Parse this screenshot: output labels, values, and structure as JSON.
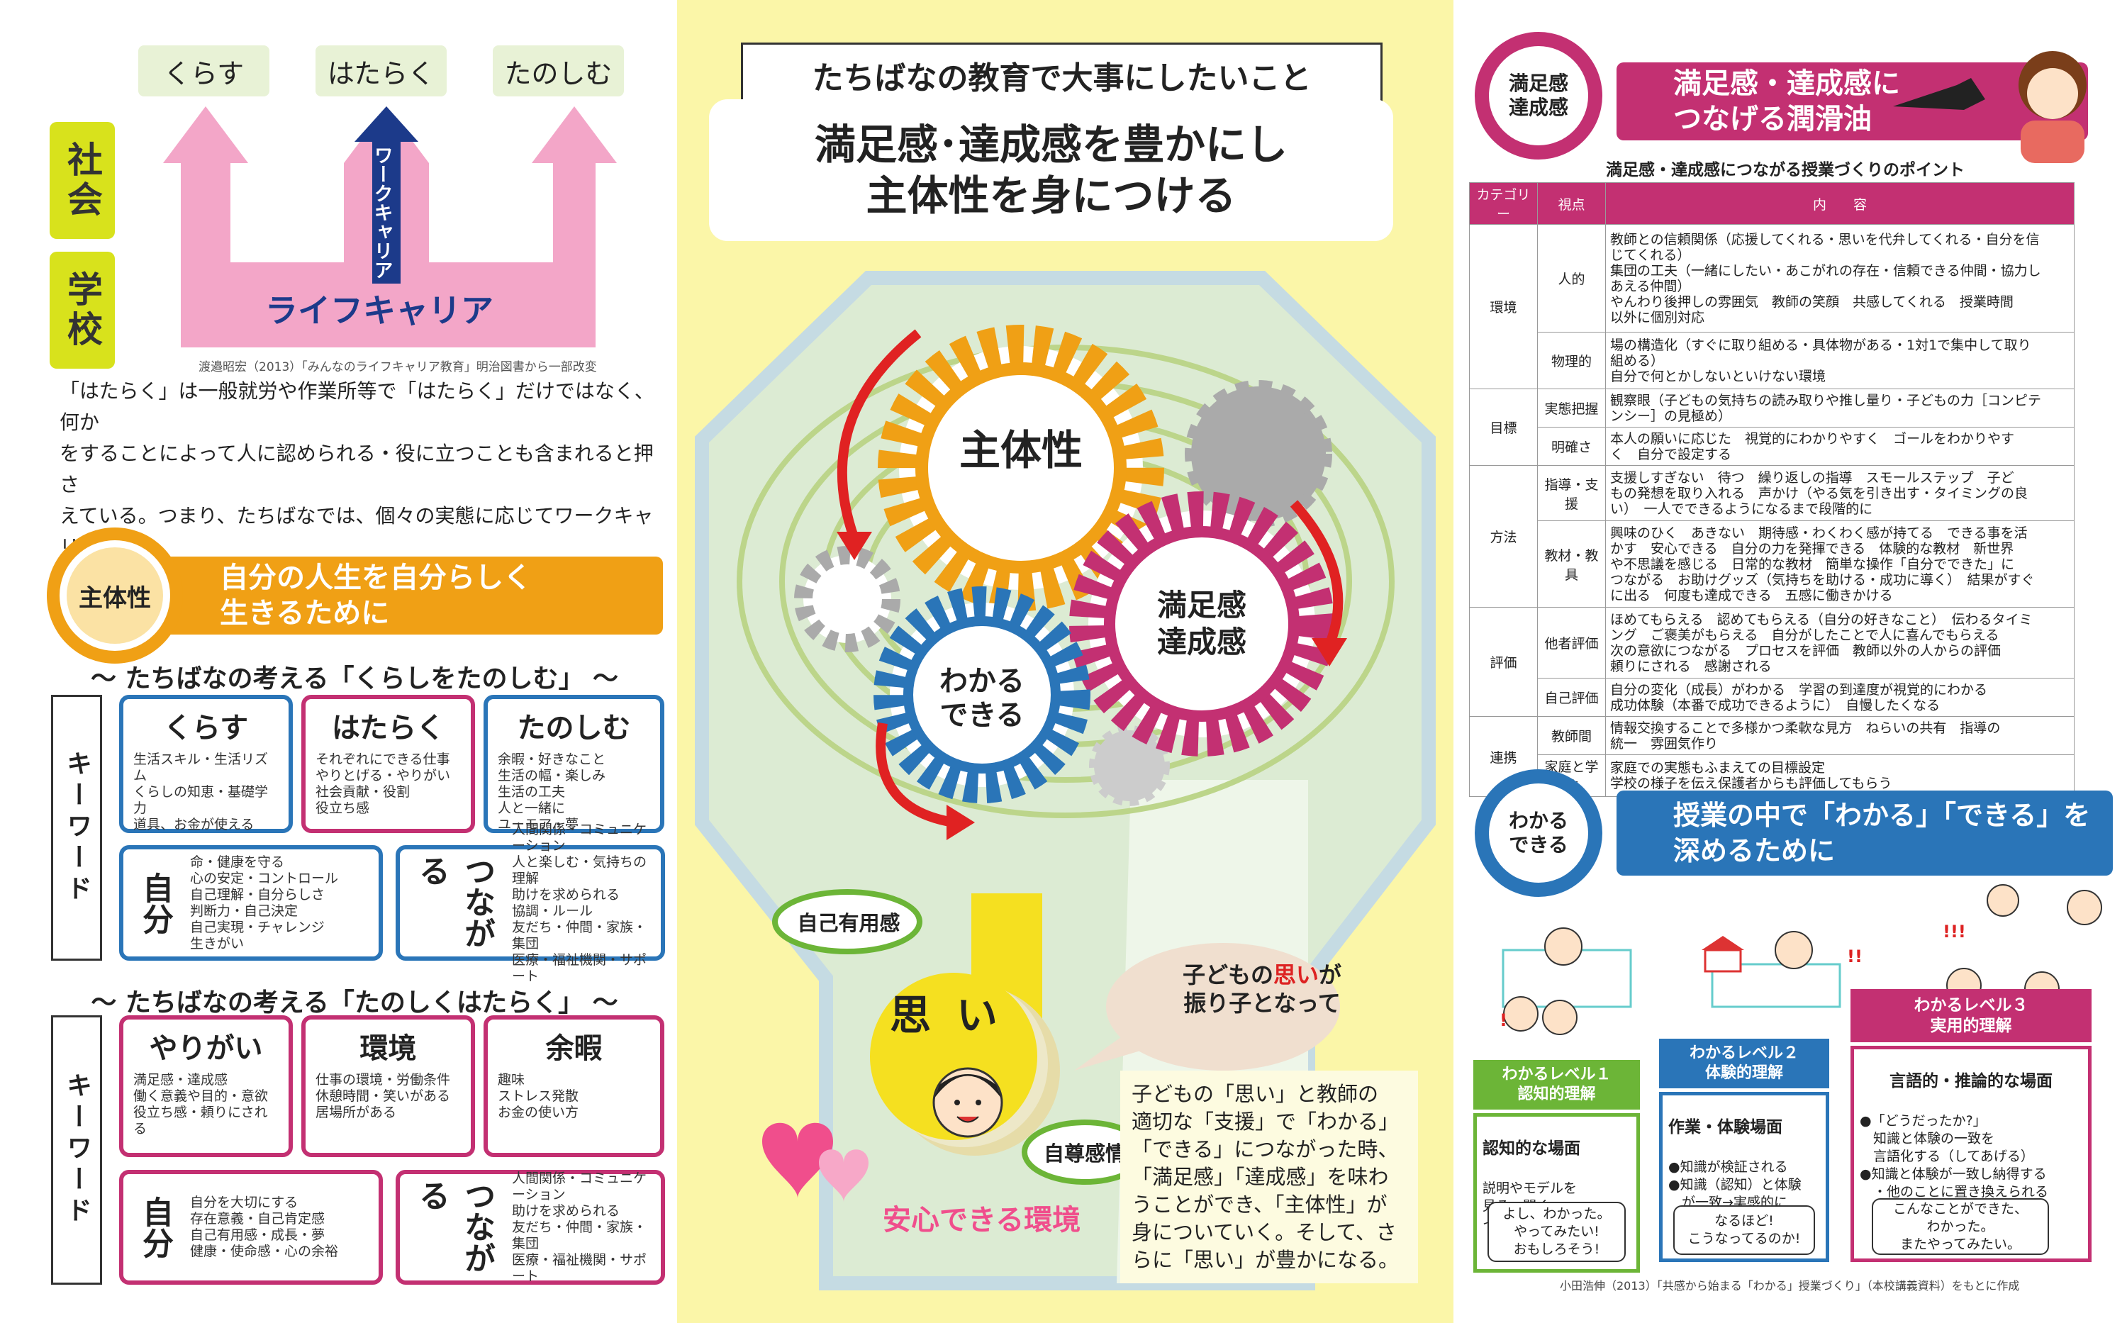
{
  "left": {
    "top_labels": [
      "くらす",
      "はたらく",
      "たのしむ"
    ],
    "side_labels": [
      "社会",
      "学校"
    ],
    "arrow_vertical": "ワークキャリア",
    "arrow_base": "ライフキャリア",
    "credit": "渡邉昭宏（2013）「みんなのライフキャリア教育」明治図書から一部改変",
    "paragraph": "「はたらく」は一般就労や作業所等で「はたらく」だけではなく、何か\nをすることによって人に認められる・役に立つことも含まれると押さ\nえている。つまり、たちばなでは、個々の実態に応じてワークキャリ\nアにせまる実践を行いつつ、ライフキャリアの教育に軸足を置い\nて、日々の実践に取り組んでいる。",
    "section_badge": "主体性",
    "section_title": "自分の人生を自分らしく\n生きるために",
    "heading1": "～ たちばなの考える「くらしをたのしむ」 ～",
    "heading2": "～ たちばなの考える「たのしくはたらく」 ～",
    "keyword_label": "キーワード",
    "block1": [
      {
        "title": "くらす",
        "text": "生活スキル・生活リズム\nくらしの知恵・基礎学力\n道具、お金が使える"
      },
      {
        "title": "はたらく",
        "text": "それぞれにできる仕事\nやりとげる・やりがい\n社会貢献・役割\n役立ち感"
      },
      {
        "title": "たのしむ",
        "text": "余暇・好きなこと\n生活の幅・楽しみ\n生活の工夫\n人と一緒に\nユーモア・夢"
      },
      {
        "title": "自分",
        "text": "命・健康を守る\n心の安定・コントロール\n自己理解・自分らしさ\n判断力・自己決定\n自己実現・チャレンジ\n生きがい"
      },
      {
        "title": "つながる",
        "text": "人間関係・コミュニケーション\n人と楽しむ・気持ちの理解\n助けを求められる\n協調・ルール\n友だち・仲間・家族・集団\n医療・福祉機関・サポート"
      }
    ],
    "block2": [
      {
        "title": "やりがい",
        "text": "満足感・達成感\n働く意義や目的・意欲\n役立ち感・頼りにされる"
      },
      {
        "title": "環境",
        "text": "仕事の環境・労働条件\n休憩時間・笑いがある\n居場所がある"
      },
      {
        "title": "余暇",
        "text": "趣味\nストレス発散\nお金の使い方"
      },
      {
        "title": "自分",
        "text": "自分を大切にする\n存在意義・自己肯定感\n自己有用感・成長・夢\n健康・使命感・心の余裕"
      },
      {
        "title": "つながる",
        "text": "人間関係・コミュニケーション\n助けを求められる\n友だち・仲間・家族・集団\n医療・福祉機関・サポート"
      }
    ]
  },
  "center": {
    "title": "たちばなの教育で大事にしたいこと",
    "subtitle": "満足感･達成感を豊かにし\n主体性を身につける",
    "gear_main": "主体性",
    "gear_satisfaction": "満足感\n達成感",
    "gear_understand": "わかる\nできる",
    "pendulum": "思い",
    "label_usefulness": "自己有用感",
    "label_selfesteem": "自尊感情",
    "bubble_pre": "子どもの",
    "bubble_em": "思い",
    "bubble_post": "が\n振り子となって",
    "safe_env": "安心できる環境",
    "explanation": "子どもの「思い」と教師の\n適切な「支援」で「わかる」\n「できる」につながった時、\n「満足感」「達成感」を味わ\nうことができ、「主体性」が\n身についていく。そして、さ\nらに「思い」が豊かになる。"
  },
  "right": {
    "badge1": "満足感\n達成感",
    "title1": "満足感・達成感に\nつなげる潤滑油",
    "table_caption": "満足感・達成感につながる授業づくりのポイント",
    "table_headers": [
      "カテゴリー",
      "視点",
      "内　　容"
    ],
    "table_rows": [
      {
        "cat": "環境",
        "view": "人的",
        "text": "教師との信頼関係（応援してくれる・思いを代弁してくれる・自分を信\nじてくれる）\n集団の工夫（一緒にしたい・あこがれの存在・信頼できる仲間・協力し\nあえる仲間）\nやんわり後押しの雰囲気　教師の笑顔　共感してくれる　授業時間\n以外に個別対応"
      },
      {
        "cat": "",
        "view": "物理的",
        "text": "場の構造化（すぐに取り組める・具体物がある・1対1で集中して取り\n組める）\n自分で何とかしないといけない環境"
      },
      {
        "cat": "目標",
        "view": "実態把握",
        "text": "観察眼（子どもの気持ちの読み取りや推し量り・子どもの力［コンピテ\nンシー］の見極め）"
      },
      {
        "cat": "",
        "view": "明確さ",
        "text": "本人の願いに応じた　視覚的にわかりやすく　ゴールをわかりやす\nく　自分で設定する"
      },
      {
        "cat": "方法",
        "view": "指導・支援",
        "text": "支援しすぎない　待つ　繰り返しの指導　スモールステップ　子ど\nもの発想を取り入れる　声かけ（やる気を引き出す・タイミングの良\nい）　一人でできるようになるまで段階的に"
      },
      {
        "cat": "",
        "view": "教材・教具",
        "text": "興味のひく　あきない　期待感・わくわく感が持てる　できる事を活\nかす　安心できる　自分の力を発揮できる　体験的な教材　新世界\nや不思議を感じる　日常的な教材　簡単な操作「自分でできた」に\nつながる　お助けグッズ（気持ちを助ける・成功に導く）　結果がすぐ\nに出る　何度も達成できる　五感に働きかける"
      },
      {
        "cat": "評価",
        "view": "他者評価",
        "text": "ほめてもらえる　認めてもらえる（自分の好きなこと）　伝わるタイミ\nング　ご褒美がもらえる　自分がしたことで人に喜んでもらえる\n次の意欲につながる　プロセスを評価　教師以外の人からの評価\n頼りにされる　感謝される"
      },
      {
        "cat": "",
        "view": "自己評価",
        "text": "自分の変化（成長）がわかる　学習の到達度が視覚的にわかる\n成功体験（本番で成功できるように）　自慢したくなる"
      },
      {
        "cat": "連携",
        "view": "教師間",
        "text": "情報交換することで多様かつ柔軟な見方　ねらいの共有　指導の\n統一　雰囲気作り"
      },
      {
        "cat": "",
        "view": "家庭と学校",
        "text": "家庭での実態もふまえての目標設定\n学校の様子を伝え保護者からも評価してもらう"
      }
    ],
    "badge2": "わかる\nできる",
    "title2": "授業の中で「わかる」「できる」を\n深めるために",
    "levels": [
      {
        "tag": "わかるレベル１\n認知的理解",
        "head": "認知的な場面",
        "text": "説明やモデルを\n見る・聞く\nイメージできる",
        "speech": "よし、わかった。\nやってみたい!\nおもしろそう!"
      },
      {
        "tag": "わかるレベル２\n体験的理解",
        "head": "作業・体験場面",
        "text": "●知識が検証される\n●知識（認知）と体験\n　が一致→実感的に\n　理解する",
        "speech": "なるほど!\nこうなってるのか!"
      },
      {
        "tag": "わかるレベル３\n実用的理解",
        "head": "言語的・推論的な場面",
        "text": "●「どうだったか?」\n　知識と体験の一致を\n　言語化する（してあげる）\n●知識と体験が一致し納得する\n　・他のことに置き換えられる\n　・ポイントを復唱する",
        "speech": "こんなことができた、\nわかった。\nまたやってみたい。"
      }
    ],
    "excl1": "!",
    "excl2": "!!",
    "excl3": "!!!",
    "credit": "小田浩伸（2013）「共感から始まる「わかる」授業づくり」（本校講義資料）をもとに作成"
  },
  "colors": {
    "pink": "#c33072",
    "orange": "#f0a015",
    "blue": "#2a75b8",
    "green": "#6cb537",
    "yellow": "#d8e21c",
    "navy": "#1c3a8a"
  }
}
